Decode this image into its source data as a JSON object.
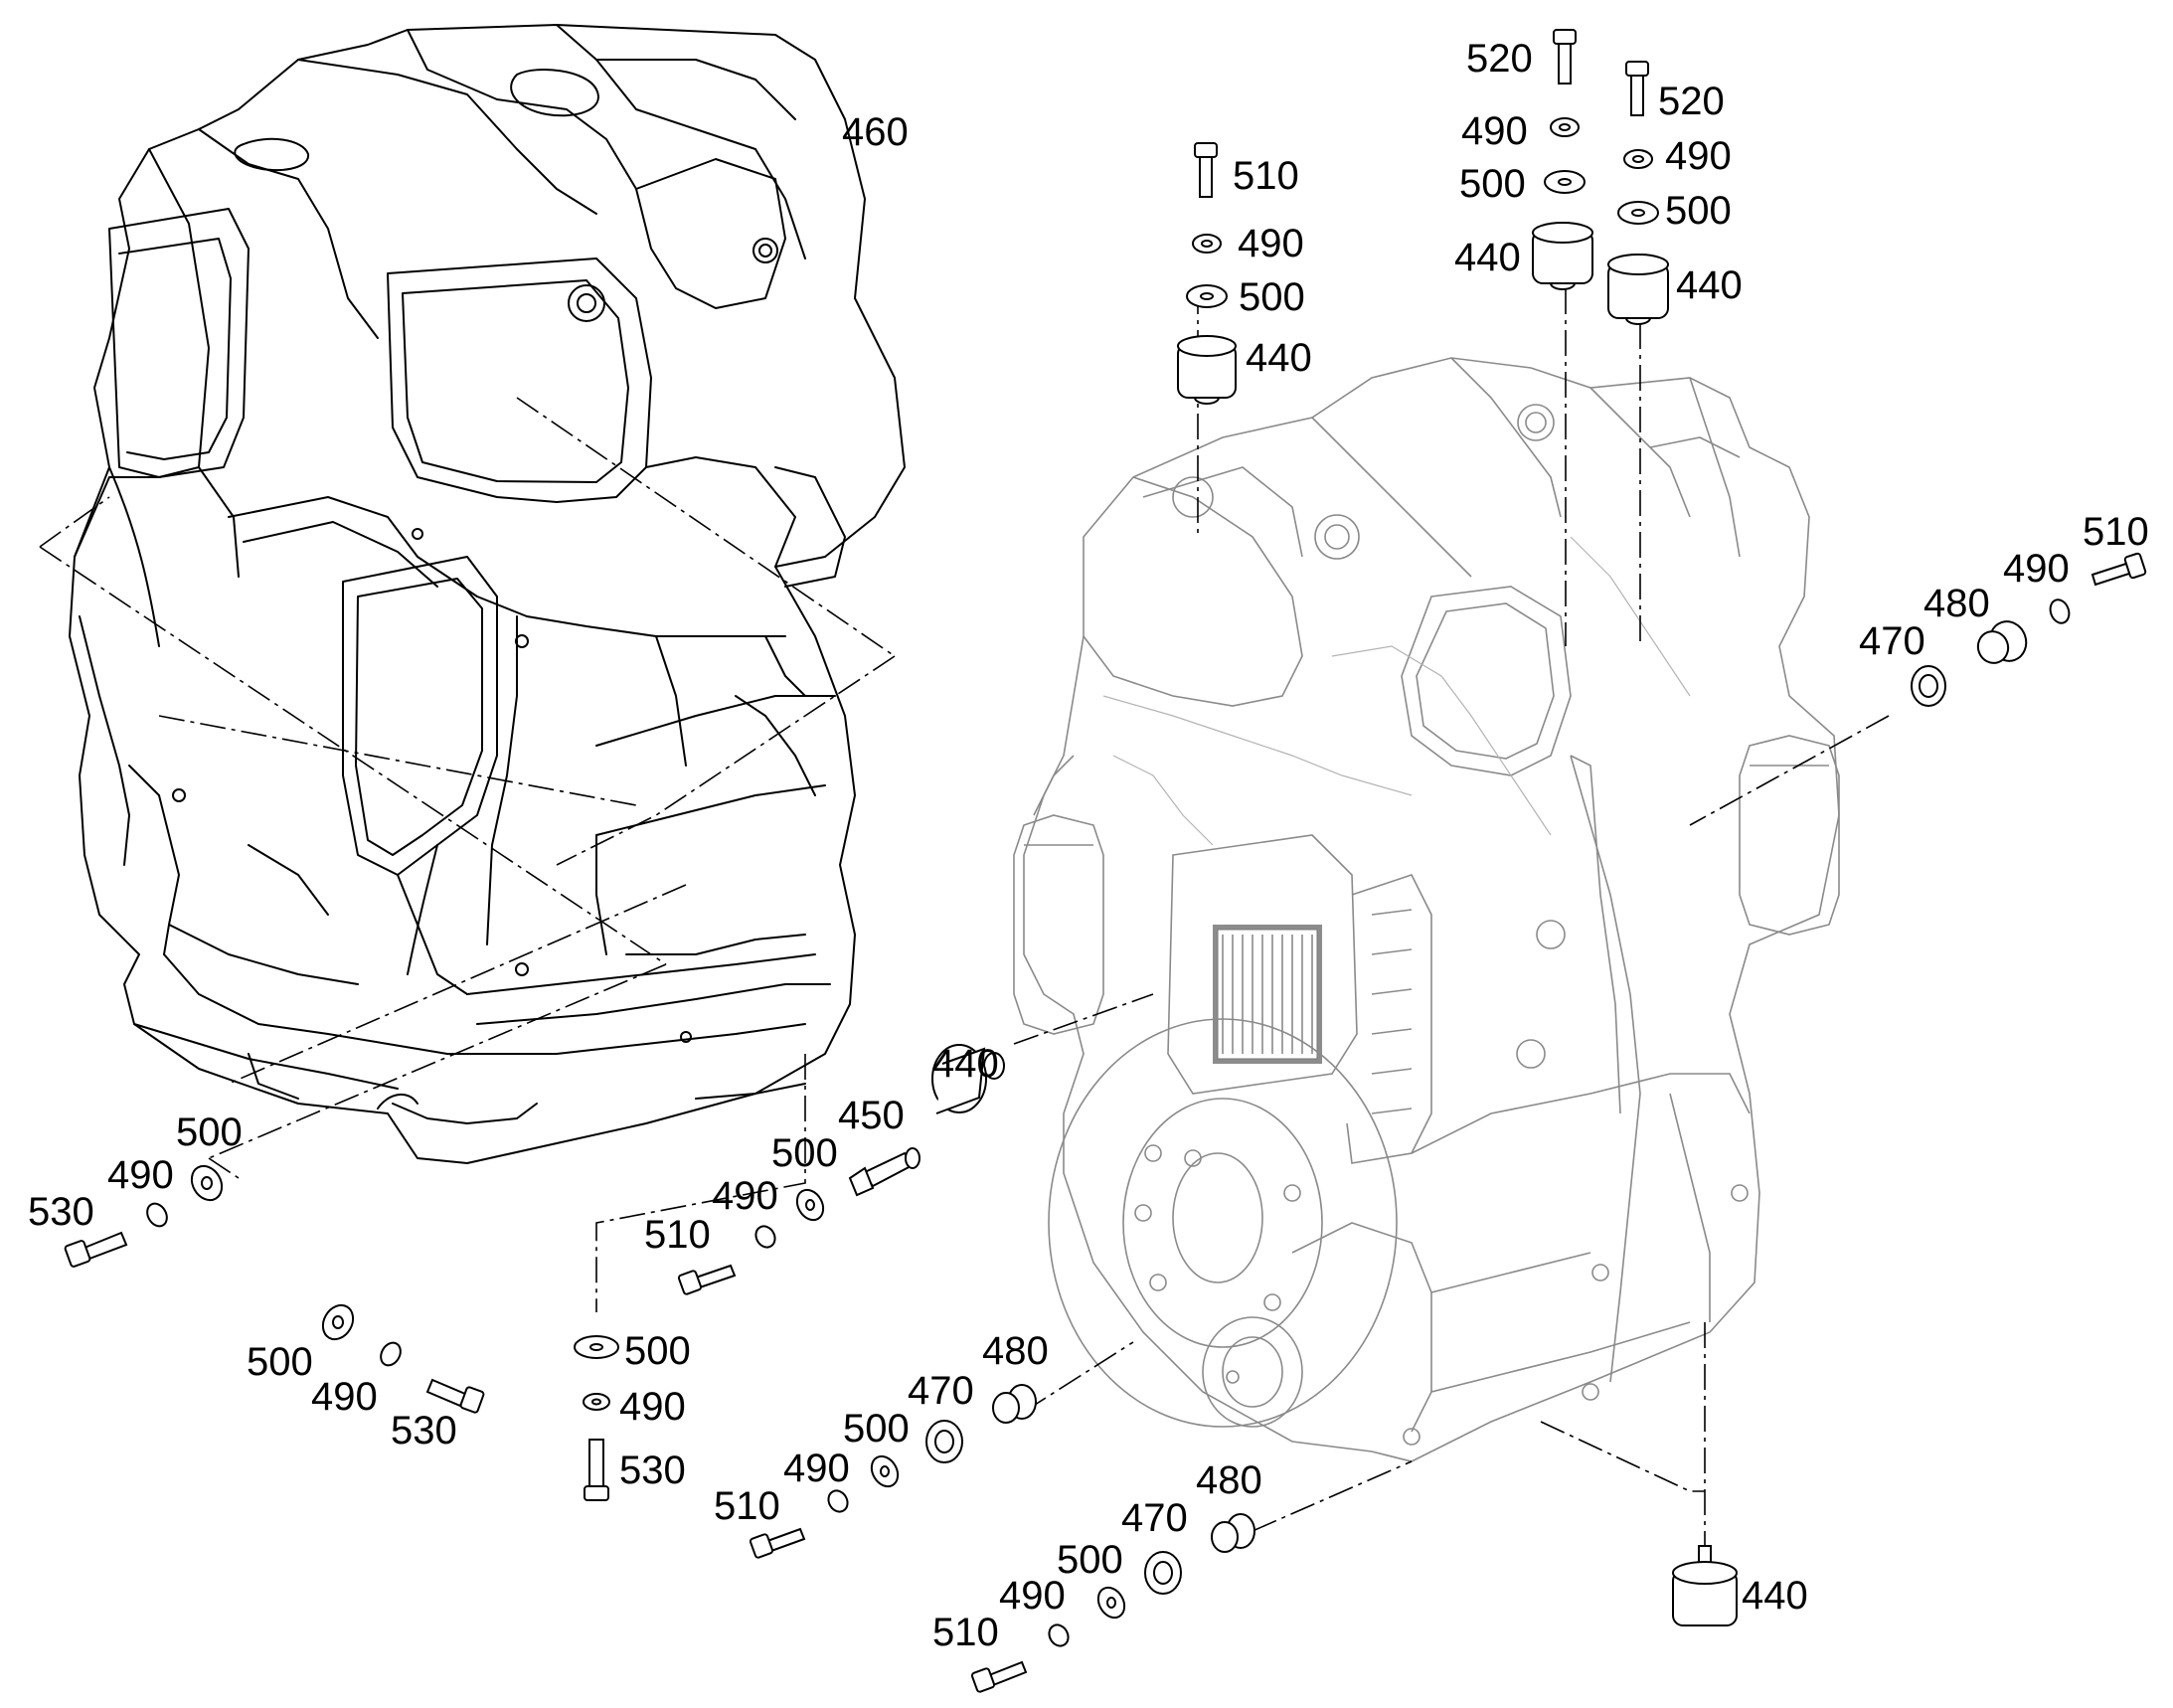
{
  "callouts": {
    "c460": "460",
    "c520a": "520",
    "c520b": "520",
    "c490a": "490",
    "c490b": "490",
    "c500a": "500",
    "c500b": "500",
    "c440a": "440",
    "c440b": "440",
    "c510a": "510",
    "c490c": "490",
    "c500c": "500",
    "c440c": "440",
    "c510b": "510",
    "c490d": "490",
    "c480a": "480",
    "c470a": "470",
    "c440d": "440",
    "c450": "450",
    "c500d": "500",
    "c490e": "490",
    "c510c": "510",
    "c500e": "500",
    "c490f": "490",
    "c530a": "530",
    "c500f": "500",
    "c490g": "490",
    "c530b": "530",
    "c500g": "500",
    "c490h": "490",
    "c530c": "530",
    "c480b": "480",
    "c470b": "470",
    "c500h": "500",
    "c490i": "490",
    "c510d": "510",
    "c480c": "480",
    "c470c": "470",
    "c500i": "500",
    "c490j": "490",
    "c510e": "510",
    "c440e": "440"
  }
}
